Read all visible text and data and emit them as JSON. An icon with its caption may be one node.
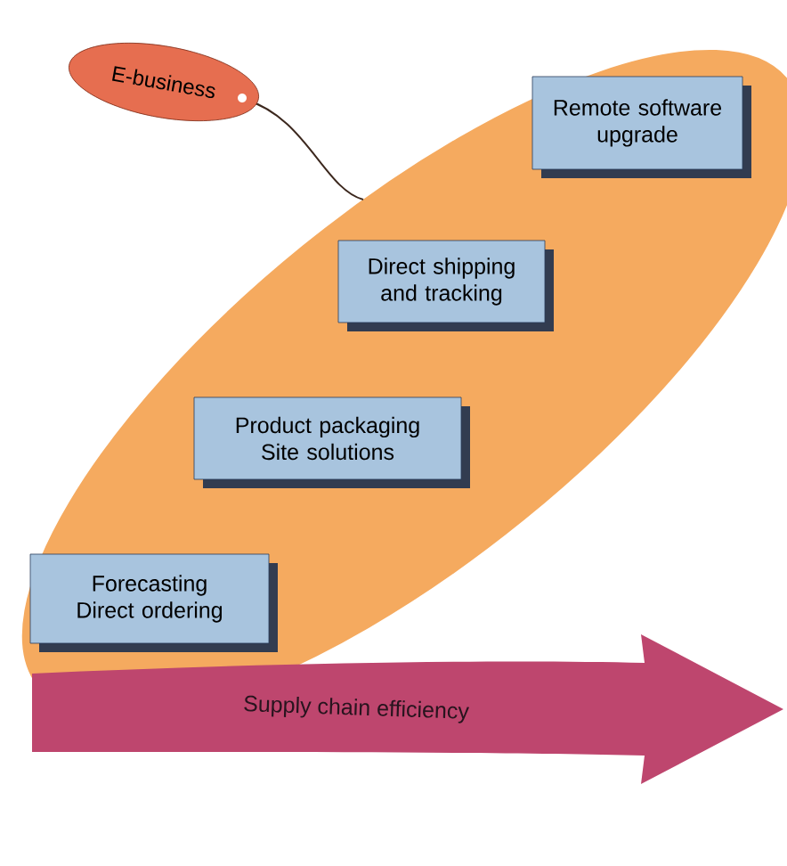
{
  "diagram": {
    "nodes": [
      {
        "text": [
          "E-business"
        ]
      },
      {
        "text": [
          "Remote software upgrade"
        ]
      },
      {
        "text": [
          "Direct shipping and tracking"
        ]
      },
      {
        "text": [
          "Product packaging Site solutions"
        ]
      },
      {
        "text": [
          "Forecasting Direct ordering"
        ]
      },
      {
        "text": [
          "Supply chain efficiency"
        ]
      }
    ]
  }
}
